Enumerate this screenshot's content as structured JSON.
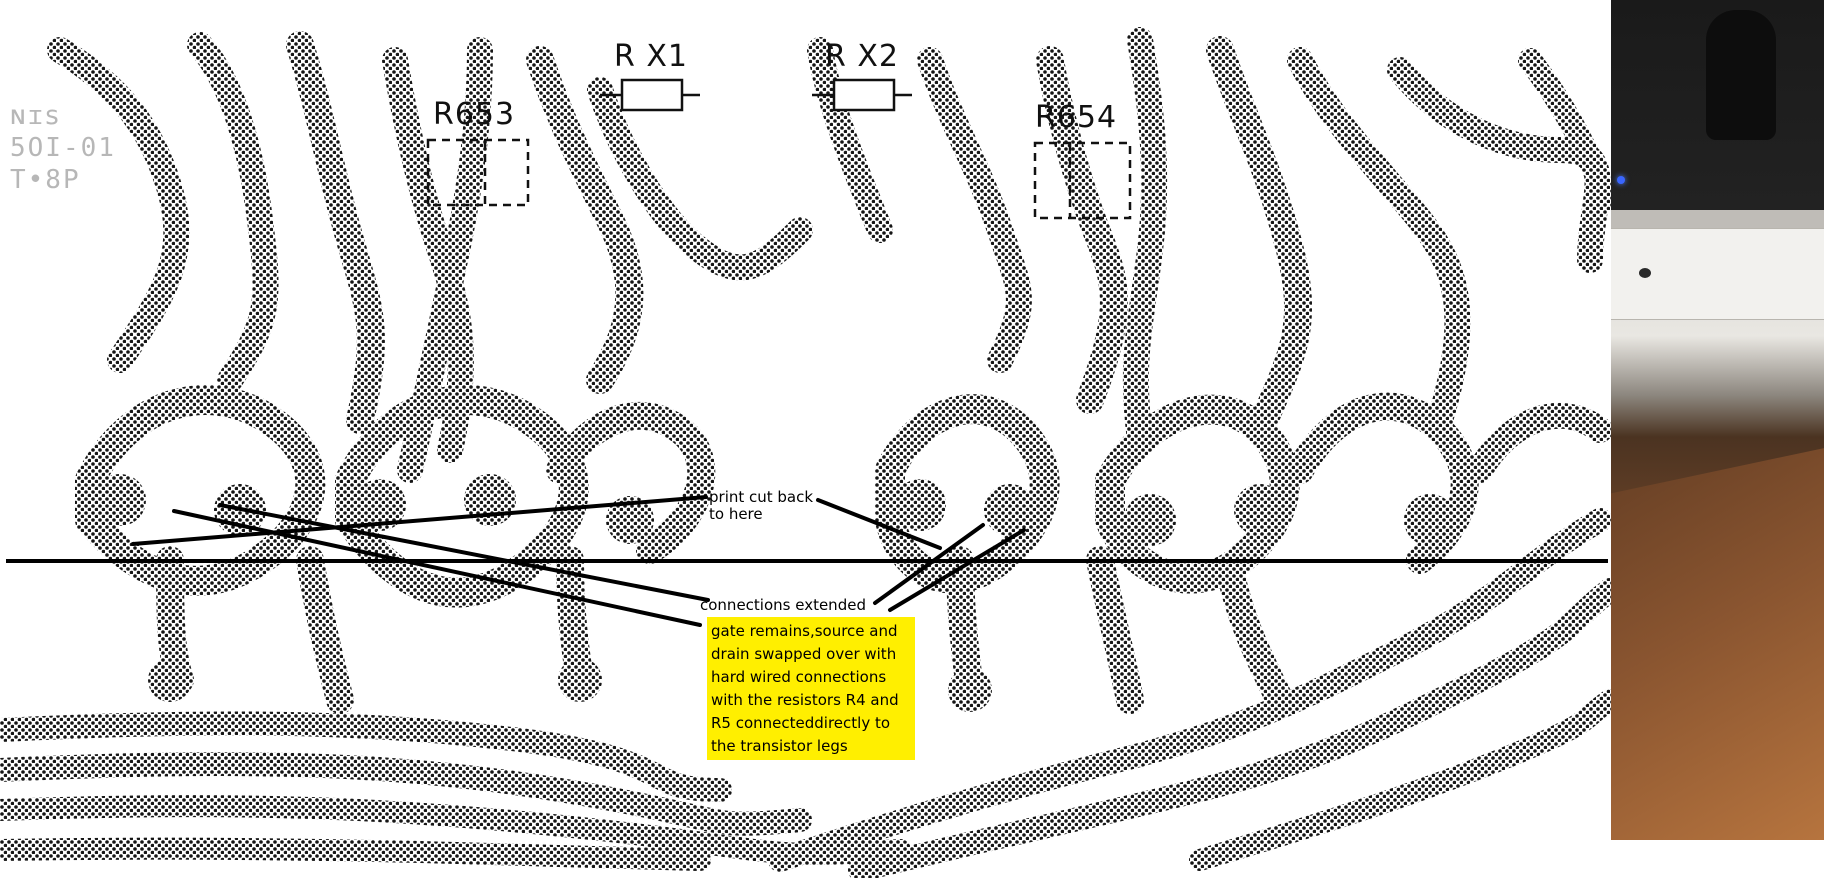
{
  "board": {
    "component_labels": {
      "rx1": "R X1",
      "rx2": "R X2",
      "r653": "R653",
      "r654": "R654"
    },
    "corner_marking": "ɴɪꜱ\n5OI-01\nT•8P"
  },
  "annotations": {
    "print_cut_back": "print cut back\n to here",
    "connections_extended": "connections extended",
    "yellow_note": "gate remains,source and\ndrain swapped over with\nhard wired connections\nwith the resistors R4 and\nR5 connecteddirectly to\nthe transistor legs"
  },
  "colors": {
    "copper_dots": "#1a1a1a",
    "highlight": "#ffef00",
    "annotation_line": "#000000"
  }
}
